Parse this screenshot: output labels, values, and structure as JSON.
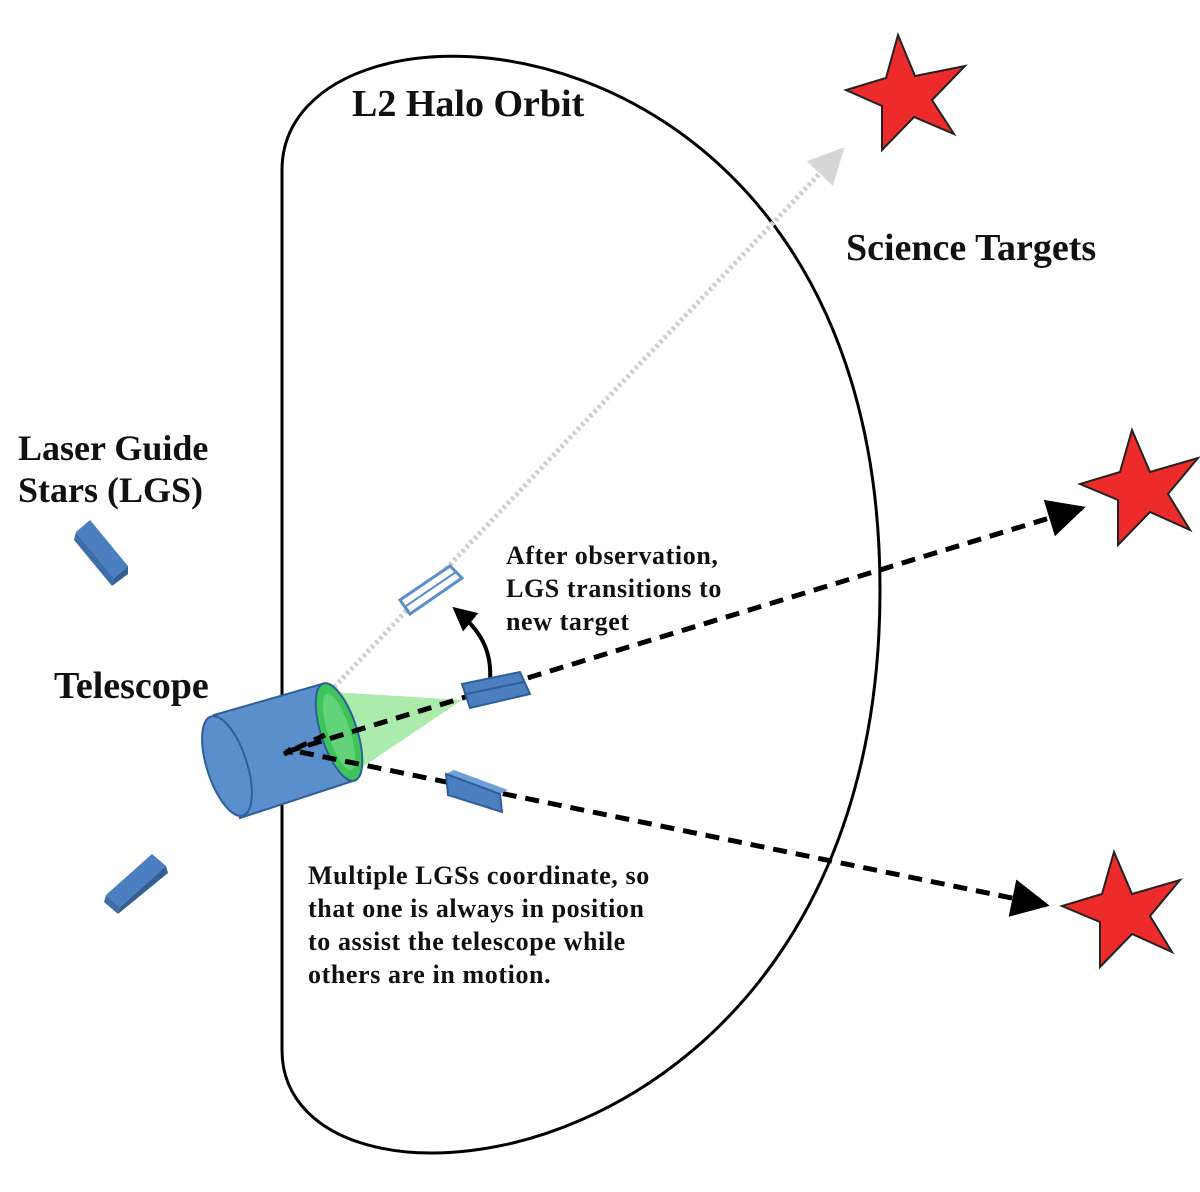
{
  "labels": {
    "orbit": "L2 Halo Orbit",
    "science_targets": "Science Targets",
    "lgs_title": [
      "Laser Guide",
      "Stars (LGS)"
    ],
    "telescope": "Telescope",
    "after_observation": [
      "After observation,",
      "LGS transitions to",
      "new target"
    ],
    "coordination": [
      "Multiple LGSs coordinate, so",
      "that one is always in position",
      "to assist the telescope while",
      "others are in motion."
    ]
  },
  "colors": {
    "star": "#ee2b2b",
    "lgs_body": "#5a8fcb",
    "lgs_dark": "#3d6ea8",
    "telescope": "#5a8fcb",
    "beam": "#7ee07e",
    "arrow_gray": "#d6d6d6",
    "ink": "#000000"
  },
  "icons": [
    "star-icon",
    "satellite-icon",
    "telescope-icon"
  ]
}
